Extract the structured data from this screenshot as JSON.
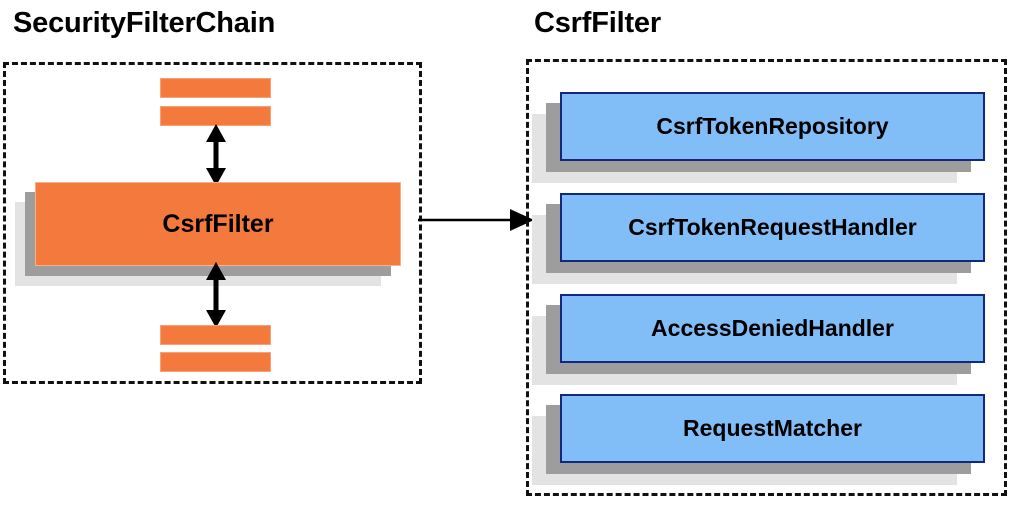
{
  "diagram": {
    "title_left": "SecurityFilterChain",
    "title_right": "CsrfFilter",
    "colors": {
      "orange_fill": "#f4793c",
      "orange_border": "#f9b089",
      "blue_fill": "#81bdf7",
      "blue_border": "#14277e",
      "shadow_near": "#9d9d9d",
      "shadow_far": "#e3e3e3",
      "dashed_border": "#111111",
      "text": "#000000"
    }
  },
  "left_panel": {
    "container_label": "SecurityFilterChain",
    "filter_card": {
      "label": "CsrfFilter"
    },
    "stub_filters": [
      {
        "label": ""
      },
      {
        "label": ""
      },
      {
        "label": ""
      },
      {
        "label": ""
      }
    ],
    "connector_up": "bidirectional-arrow",
    "connector_down": "bidirectional-arrow"
  },
  "right_panel": {
    "container_label": "CsrfFilter",
    "components": [
      {
        "label": "CsrfTokenRepository"
      },
      {
        "label": "CsrfTokenRequestHandler"
      },
      {
        "label": "AccessDeniedHandler"
      },
      {
        "label": "RequestMatcher"
      }
    ]
  },
  "link": {
    "from": "CsrfFilter",
    "to": "CsrfFilter detail",
    "style": "single-headed-arrow"
  }
}
